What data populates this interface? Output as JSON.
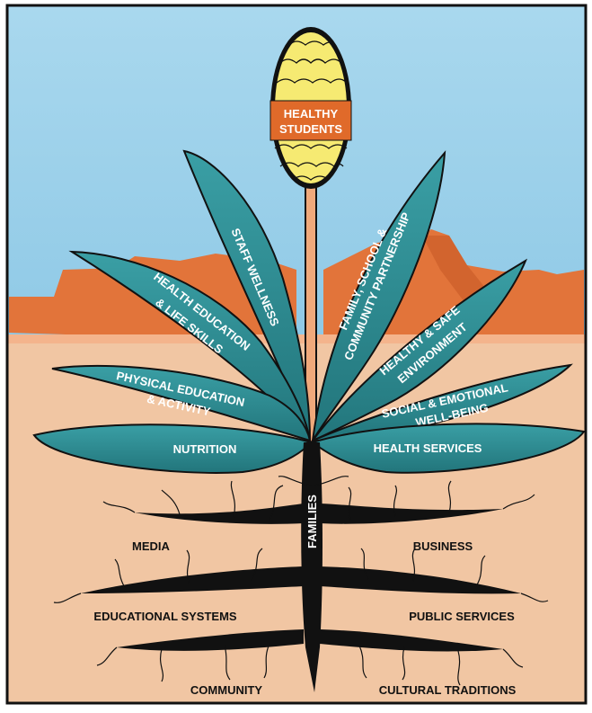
{
  "flower": {
    "label_line1": "HEALTHY",
    "label_line2": "STUDENTS"
  },
  "stem": {
    "label": "FAMILIES"
  },
  "leaves": [
    {
      "id": "staff-wellness",
      "line1": "STAFF WELLNESS",
      "line2": ""
    },
    {
      "id": "health-education",
      "line1": "HEALTH EDUCATION",
      "line2": "& LIFE SKILLS"
    },
    {
      "id": "physical-education",
      "line1": "PHYSICAL EDUCATION",
      "line2": "& ACTIVITY"
    },
    {
      "id": "nutrition",
      "line1": "NUTRITION",
      "line2": ""
    },
    {
      "id": "family-partnership",
      "line1": "FAMILY, SCHOOL &",
      "line2": "COMMUNITY PARTNERSHIP"
    },
    {
      "id": "healthy-environment",
      "line1": "HEALTHY & SAFE",
      "line2": "ENVIRONMENT"
    },
    {
      "id": "social-emotional",
      "line1": "SOCIAL & EMOTIONAL",
      "line2": "WELL-BEING"
    },
    {
      "id": "health-services",
      "line1": "HEALTH SERVICES",
      "line2": ""
    }
  ],
  "roots": [
    {
      "id": "media",
      "label": "MEDIA"
    },
    {
      "id": "business",
      "label": "BUSINESS"
    },
    {
      "id": "educational-systems",
      "label": "EDUCATIONAL SYSTEMS"
    },
    {
      "id": "public-services",
      "label": "PUBLIC SERVICES"
    },
    {
      "id": "community",
      "label": "COMMUNITY"
    },
    {
      "id": "cultural-traditions",
      "label": "CULTURAL TRADITIONS"
    }
  ],
  "colors": {
    "sky": "#9fd3ec",
    "mesa": "#e2743a",
    "ground": "#f1c6a3",
    "leaf": "#2e8c92",
    "leaf_dark": "#1d6a70",
    "flower": "#f6ea72",
    "label_box": "#e06a2a",
    "root": "#111111",
    "stem": "#f0a97b"
  }
}
